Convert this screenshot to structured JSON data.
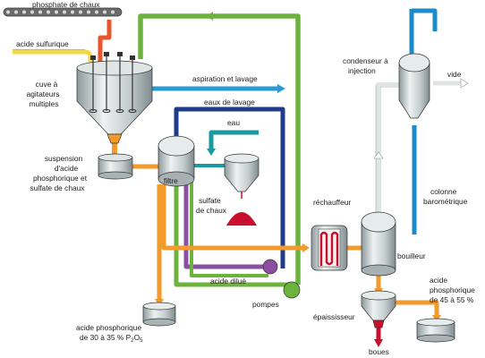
{
  "labels": {
    "phosphate": "phosphate de chaux",
    "acide_sulfurique": "acide sulfurique",
    "cuve_1": "cuve à",
    "cuve_2": "agitateurs",
    "cuve_3": "multiples",
    "aspiration": "aspiration et lavage",
    "eaux_lavage": "eaux de lavage",
    "eau": "eau",
    "susp_1": "suspension",
    "susp_2": "d'acide",
    "susp_3": "phosphorique et",
    "susp_4": "sulfate de chaux",
    "filtre": "filtre",
    "sulfate_1": "sulfate",
    "sulfate_2": "de chaux",
    "acide_dilue": "acide dilué",
    "pompes": "pompes",
    "acide3035_1": "acide phosphorique",
    "acide3035_2": "de 30 à 35 % P",
    "acide3035_sub2": "2",
    "acide3035_o": "O",
    "acide3035_sub5": "5",
    "condenseur_1": "condenseur à",
    "condenseur_2": "injection",
    "vide": "vide",
    "colonne_1": "colonne",
    "colonne_2": "barométrique",
    "rechauffeur": "réchauffeur",
    "bouilleur": "bouilleur",
    "epaississeur": "épaississeur",
    "boues": "boues",
    "acide4555_1": "acide",
    "acide4555_2": "phosphorique",
    "acide4555_3": "de 45 à 55 %"
  },
  "colors": {
    "orange": "#f39a2c",
    "green": "#6cb33e",
    "blue": "#1b8cc9",
    "navy": "#1f3c8c",
    "purple": "#8a4fa0",
    "teal": "#1a9aa0",
    "yellow": "#f1d94a",
    "red": "#c8102e",
    "vessel": "#b7c2c4",
    "grey_pipe": "#dfe4e3"
  }
}
